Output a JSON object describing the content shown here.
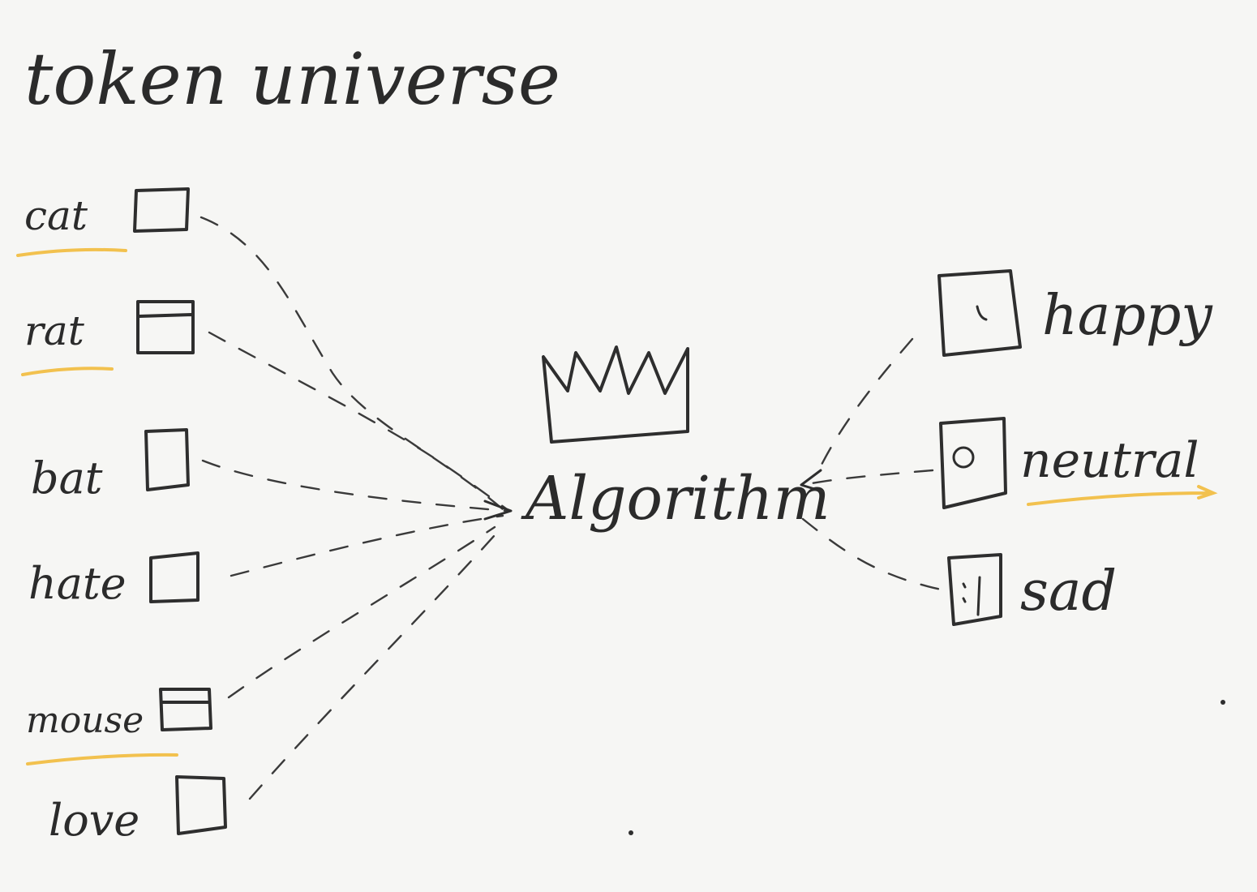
{
  "title": "token universe",
  "center": {
    "label": "Algorithm",
    "icon": "crown-icon"
  },
  "inputs": [
    {
      "label": "cat",
      "highlighted": true
    },
    {
      "label": "rat",
      "highlighted": true
    },
    {
      "label": "bat",
      "highlighted": false
    },
    {
      "label": "hate",
      "highlighted": false
    },
    {
      "label": "mouse",
      "highlighted": true
    },
    {
      "label": "love",
      "highlighted": false
    }
  ],
  "outputs": [
    {
      "label": "happy",
      "face": "happy-face-icon",
      "highlighted": false
    },
    {
      "label": "neutral",
      "face": "neutral-face-icon",
      "highlighted": true
    },
    {
      "label": "sad",
      "face": "sad-face-icon",
      "highlighted": false
    }
  ],
  "colors": {
    "ink": "#2e2e2e",
    "highlight": "#f2c14e",
    "paper": "#f6f6f4"
  }
}
